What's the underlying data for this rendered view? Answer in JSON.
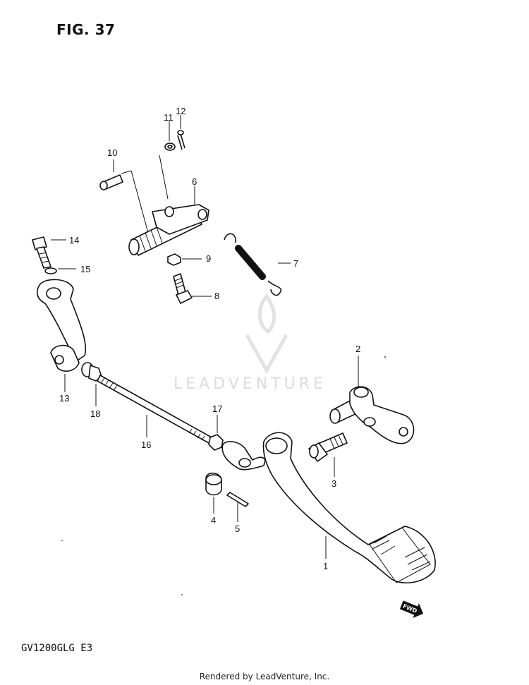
{
  "figure": {
    "title": "FIG. 37"
  },
  "model_code": "GV1200GLG  E3",
  "footer": "Rendered by LeadVenture, Inc.",
  "watermark": {
    "text": "LEADVENTURE",
    "icon": "flame-v-logo-icon"
  },
  "direction_badge": {
    "text": "FWD",
    "icon": "forward-arrow-icon"
  },
  "callouts": [
    "1",
    "2",
    "3",
    "4",
    "5",
    "6",
    "7",
    "8",
    "9",
    "10",
    "11",
    "12",
    "13",
    "14",
    "15",
    "16",
    "17",
    "18"
  ]
}
